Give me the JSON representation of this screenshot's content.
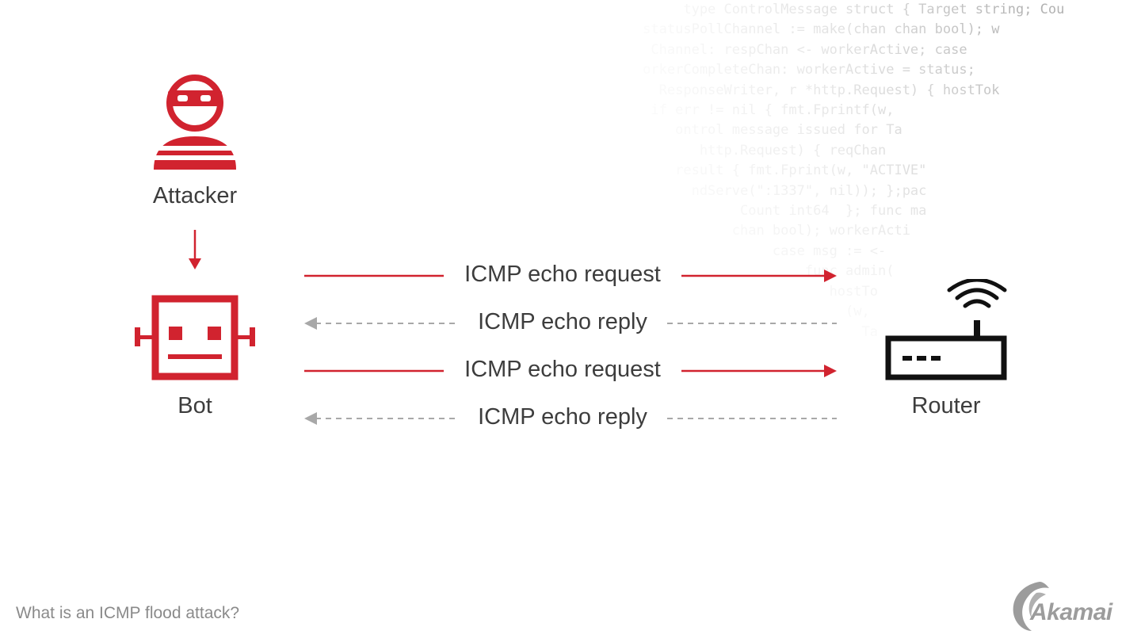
{
  "nodes": {
    "attacker": "Attacker",
    "bot": "Bot",
    "router": "Router"
  },
  "messages": [
    {
      "label": "ICMP echo request",
      "direction": "bot-to-router",
      "style": "solid"
    },
    {
      "label": "ICMP echo reply",
      "direction": "router-to-bot",
      "style": "dashed"
    },
    {
      "label": "ICMP echo request",
      "direction": "bot-to-router",
      "style": "solid"
    },
    {
      "label": "ICMP echo reply",
      "direction": "router-to-bot",
      "style": "dashed"
    }
  ],
  "caption": "What is an ICMP flood attack?",
  "brand": "Akamai",
  "colors": {
    "accent": "#d1232f",
    "reply": "#a8a8a8",
    "router": "#111111",
    "text": "#3d3d3d"
  },
  "code_lines": [
    "          type ControlMessage struct { Target string; Cou",
    "     statusPollChannel := make(chan chan bool); w",
    "      Channel: respChan <- workerActive; case",
    "     orkerCompleteChan: workerActive = status;",
    "       ResponseWriter, r *http.Request) { hostTok",
    "      if err != nil { fmt.Fprintf(w,",
    "         ontrol message issued for Ta",
    "            http.Request) { reqChan",
    "         result { fmt.Fprint(w, \"ACTIVE\"",
    "           ndServe(\":1337\", nil)); };pac",
    "                 Count int64  }; func ma",
    "                chan bool); workerActi",
    "                     case msg := <-",
    "                         func admin(",
    "                            hostTo",
    "                              (w,",
    "                                Ta",
    "                                  "
  ]
}
